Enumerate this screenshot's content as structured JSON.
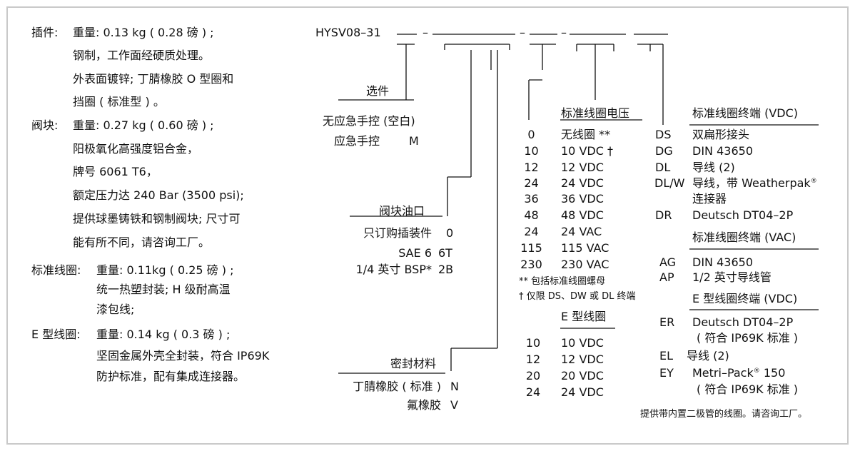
{
  "left": {
    "sections": [
      {
        "label": "插件:",
        "lines": [
          "重量: 0.13 kg ( 0.28 磅 ) ;",
          "钢制，工作面经硬质处理。",
          "外表面镀锌; 丁腈橡胶 O 型圈和",
          "挡圈 ( 标准型 ) 。"
        ]
      },
      {
        "label": "阀块:",
        "lines": [
          "重量: 0.27 kg ( 0.60 磅 ) ;",
          "阳极氧化高强度铝合金，",
          "牌号 6061 T6，",
          "额定压力达 240 Bar (3500 psi);",
          "提供球墨铸铁和钢制阀块; 尺寸可",
          "能有所不同，请咨询工厂。"
        ]
      },
      {
        "label": "标准线圈:",
        "lines": [
          "重量: 0.11kg ( 0.25 磅 ) ;",
          "统一热塑封装; H 级耐高温",
          "漆包线;"
        ]
      },
      {
        "label": "E 型线圈:",
        "lines": [
          "重量: 0.14 kg ( 0.3 磅 ) ;",
          "坚固金属外壳全封装，符合 IP69K",
          "防护标准，配有集成连接器。"
        ]
      }
    ]
  },
  "model_code": {
    "prefix": "HYSV08–31",
    "dashes": [
      "–",
      "–",
      "–"
    ]
  },
  "options": {
    "title": "选件",
    "rows": [
      {
        "label": "无应急手控 (空白)",
        "code": ""
      },
      {
        "label": "应急手控",
        "code": "M"
      }
    ]
  },
  "ports": {
    "title": "阀块油口",
    "rows": [
      {
        "label": "只订购插装件",
        "code": "0"
      },
      {
        "label": "SAE 6",
        "code": "6T"
      },
      {
        "label": "1/4 英寸 BSP*",
        "code": "2B"
      }
    ]
  },
  "seals": {
    "title": "密封材料",
    "rows": [
      {
        "label": "丁腈橡胶 ( 标准 )",
        "code": "N"
      },
      {
        "label": "氟橡胶",
        "code": "V"
      }
    ]
  },
  "voltage": {
    "title": "标准线圈电压",
    "rows": [
      {
        "code": "0",
        "label": "无线圈 **"
      },
      {
        "code": "10",
        "label": "10 VDC †"
      },
      {
        "code": "12",
        "label": "12 VDC"
      },
      {
        "code": "24",
        "label": "24 VDC"
      },
      {
        "code": "36",
        "label": "36 VDC"
      },
      {
        "code": "48",
        "label": "48 VDC"
      },
      {
        "code": "24",
        "label": "24 VAC"
      },
      {
        "code": "115",
        "label": "115 VAC"
      },
      {
        "code": "230",
        "label": "230 VAC"
      }
    ],
    "note1": "** 包括标准线圈螺母",
    "note2": "† 仅限 DS、DW 或 DL 终端"
  },
  "e_coil": {
    "title": "E 型线圈",
    "rows": [
      {
        "code": "10",
        "label": "10 VDC"
      },
      {
        "code": "12",
        "label": "12 VDC"
      },
      {
        "code": "20",
        "label": "20 VDC"
      },
      {
        "code": "24",
        "label": "24 VDC"
      }
    ]
  },
  "term_vdc": {
    "title": "标准线圈终端 (VDC)",
    "rows": [
      {
        "code": "DS",
        "label": "双扁形接头"
      },
      {
        "code": "DG",
        "label": "DIN 43650"
      },
      {
        "code": "DL",
        "label": "导线 (2)"
      },
      {
        "code": "DL/W",
        "label": "导线，带 Weatherpak",
        "sup": "®",
        "label2": "连接器"
      },
      {
        "code": "DR",
        "label": "Deutsch DT04–2P"
      }
    ]
  },
  "term_vac": {
    "title": "标准线圈终端 (VAC)",
    "rows": [
      {
        "code": "AG",
        "label": "DIN 43650"
      },
      {
        "code": "AP",
        "label": "1/2 英寸导线管"
      }
    ]
  },
  "term_e": {
    "title": "E 型线圈终端 (VDC)",
    "rows": [
      {
        "code": "ER",
        "label": "Deutsch DT04–2P",
        "label2": "( 符合 IP69K 标准 )"
      },
      {
        "code": "EL",
        "label": "导线 (2)"
      },
      {
        "code": "EY",
        "label": "Metri–Pack",
        "sup": "®",
        "label_after": " 150",
        "label2": "( 符合 IP69K 标准 )"
      }
    ]
  },
  "footer_note": "提供带内置二极管的线圈。请咨询工厂。",
  "colors": {
    "border": "#c9c9c9",
    "text": "#111111"
  }
}
